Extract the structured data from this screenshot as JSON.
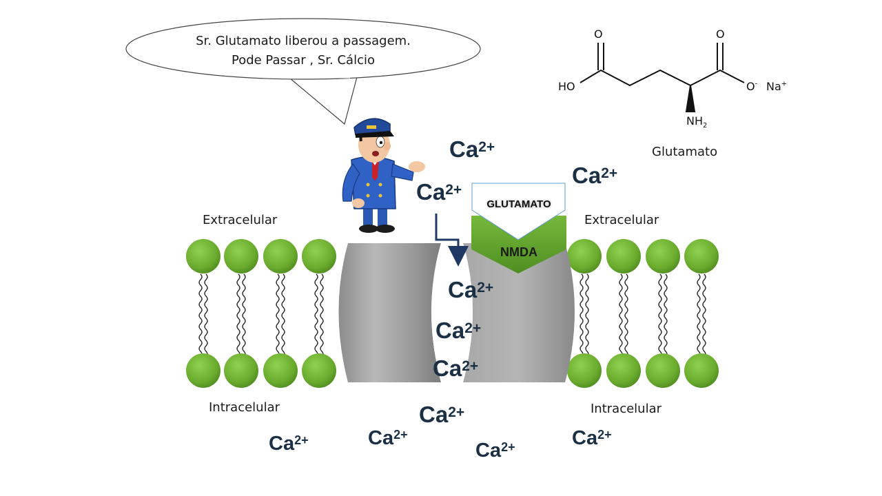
{
  "speech_bubble": {
    "line1": "Sr. Glutamato liberou a passagem.",
    "line2": "Pode Passar , Sr. Cálcio"
  },
  "membrane_labels": {
    "extracellular_left": "Extracelular",
    "extracellular_right": "Extracelular",
    "intracellular_left": "Intracelular",
    "intracellular_right": "Intracelular"
  },
  "receptor": {
    "ligand_label": "GLUTAMATO",
    "receptor_label": "NMDA"
  },
  "ion": {
    "symbol": "Ca",
    "charge": "2+"
  },
  "molecule": {
    "name": "Glutamato",
    "o_left": "O",
    "o_right": "O",
    "ho": "HO",
    "o_minus": "O",
    "minus": "-",
    "na": "Na",
    "plus": "+",
    "nh": "NH",
    "nh_sub": "2"
  },
  "colors": {
    "lipid_head": "#6aab2e",
    "channel_gray": "#9a9a9a",
    "receptor_green": "#5c9e2a",
    "arrow_navy": "#1f3864",
    "ion_text": "#1b2f45"
  }
}
